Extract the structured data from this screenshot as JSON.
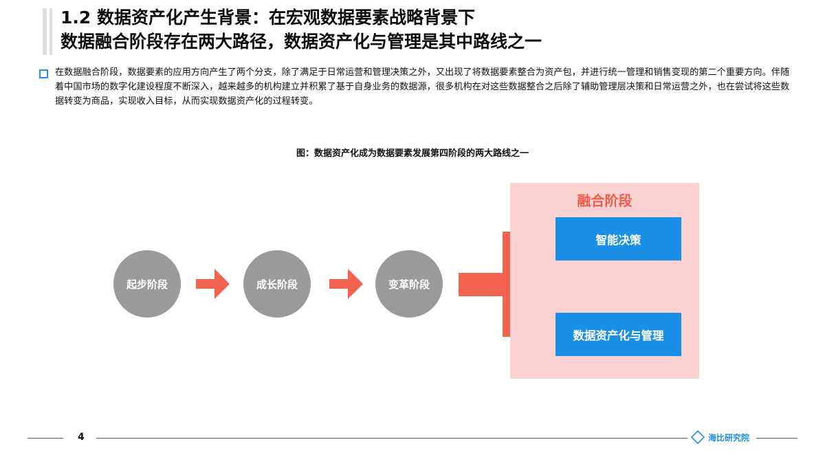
{
  "title": {
    "line1": "1.2 数据资产化产生背景：在宏观数据要素战略背景下",
    "line2": "数据融合阶段存在两大路径，数据资产化与管理是其中路线之一"
  },
  "paragraph": "在数据融合阶段，数据要素的应用方向产生了两个分支，除了满足于日常运营和管理决策之外，又出现了将数据要素整合为资产包，并进行统一管理和销售变现的第二个重要方向。伴随着中国市场的数字化建设程度不断深入，越来越多的机构建立并积累了基于自身业务的数据源，很多机构在对这些数据整合之后除了辅助管理层决策和日常运营之外，也在尝试将这些数据转变为商品，实现收入目标，从而实现数据资产化的过程转变。",
  "figure": {
    "caption": "图：数据资产化成为数据要素发展第四阶段的两大路线之一",
    "stages": [
      "起步阶段",
      "成长阶段",
      "变革阶段"
    ],
    "fusion": {
      "title": "融合阶段",
      "paths": [
        "智能决策",
        "数据资产化与管理"
      ]
    }
  },
  "footer": {
    "page": "4",
    "logo_text": "海比研究院"
  },
  "colors": {
    "arrow": "#f26450",
    "stage_circle": "#9a9a9a",
    "fusion_bg": "#fbd2d2",
    "path_box": "#1a8fe6"
  }
}
